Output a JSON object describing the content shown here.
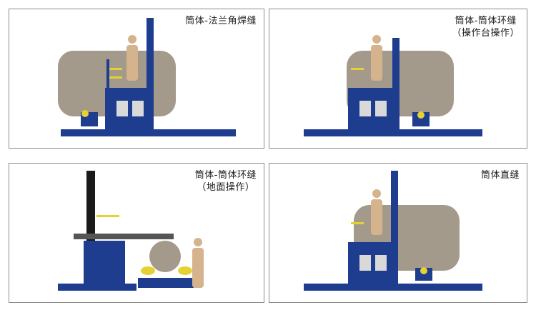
{
  "panels": [
    {
      "caption_line1": "筒体-法兰角焊缝",
      "caption_line2": ""
    },
    {
      "caption_line1": "筒体-筒体环缝",
      "caption_line2": "（操作台操作）"
    },
    {
      "caption_line1": "筒体-筒体环缝",
      "caption_line2": "（地面操作）"
    },
    {
      "caption_line1": "筒体直缝",
      "caption_line2": ""
    }
  ],
  "colors": {
    "vessel": "#a49a8b",
    "frame_blue": "#1f3d8f",
    "column_black": "#1a1a1a",
    "ladder_yellow": "#e5d132",
    "figure_tan": "#d4b38d",
    "border": "#8c8c8c"
  },
  "icons": [
    "welding-vessel",
    "welding-manipulator",
    "operator-figure",
    "control-panel",
    "roller-bed"
  ]
}
